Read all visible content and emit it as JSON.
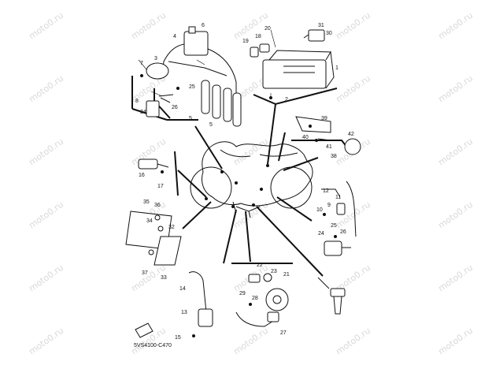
{
  "diagram": {
    "code": "5VS4100-C470",
    "watermark": "moto0.ru",
    "part_numbers": [
      "1",
      "2",
      "3",
      "4",
      "5",
      "5",
      "6",
      "7",
      "8",
      "9",
      "10",
      "11",
      "12",
      "13",
      "14",
      "15",
      "16",
      "17",
      "18",
      "19",
      "20",
      "21",
      "22",
      "23",
      "24",
      "24",
      "25",
      "25",
      "26",
      "26",
      "27",
      "28",
      "29",
      "30",
      "31",
      "32",
      "33",
      "34",
      "35",
      "36",
      "37",
      "38",
      "39",
      "40",
      "41",
      "42"
    ]
  }
}
